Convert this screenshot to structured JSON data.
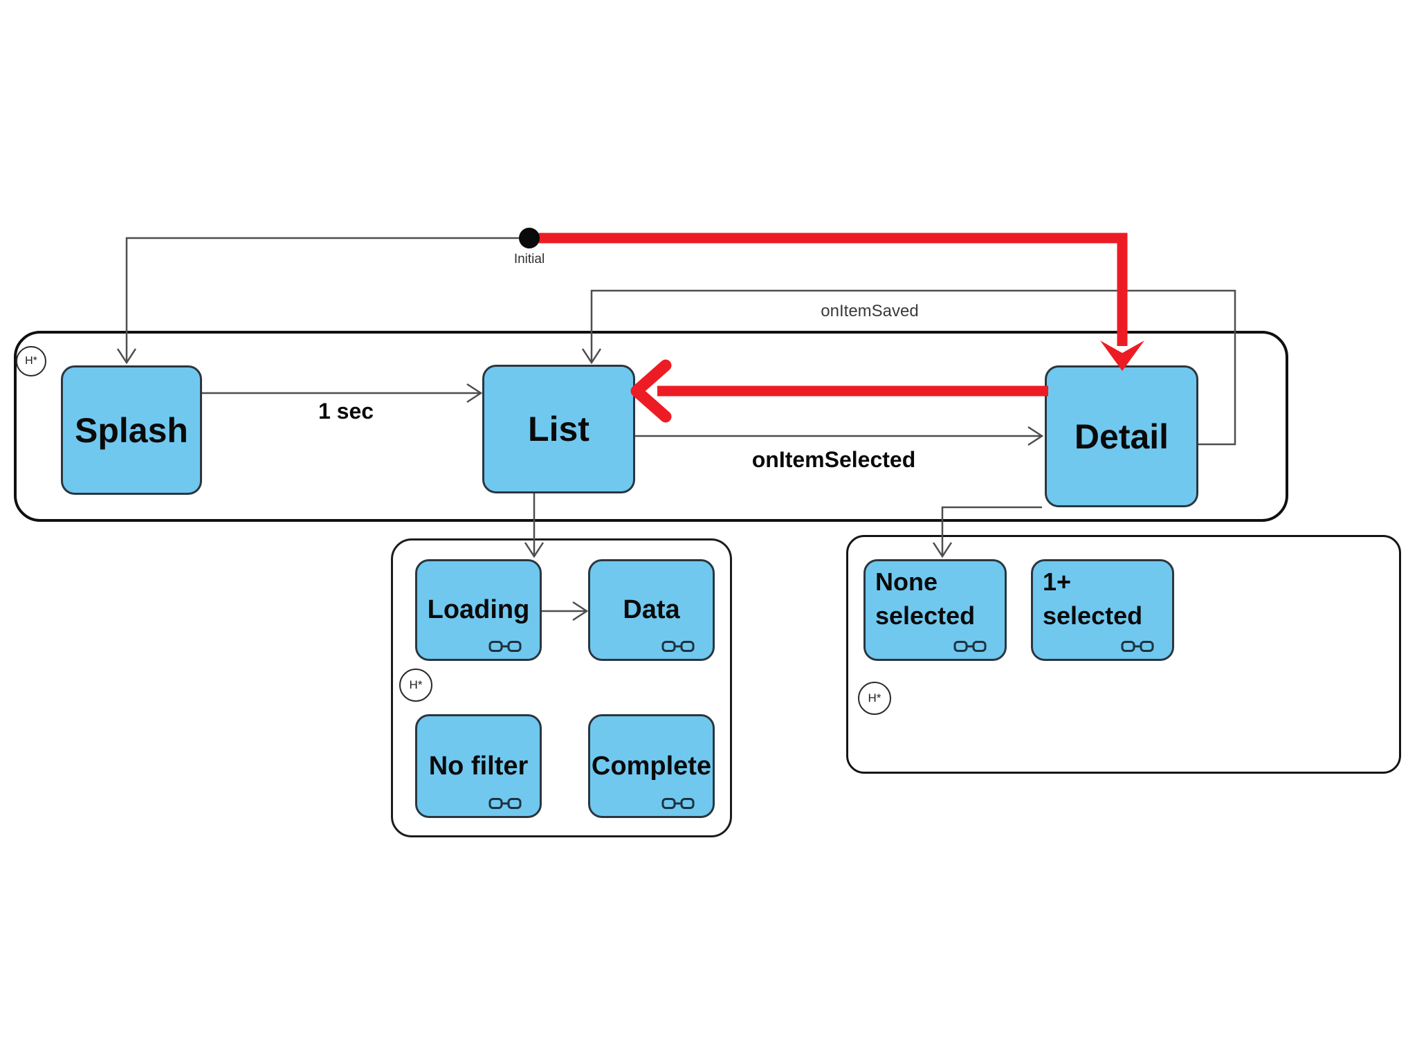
{
  "diagram": {
    "initial": {
      "label": "Initial"
    },
    "history_indicator": "H*",
    "states": {
      "splash": "Splash",
      "list": "List",
      "detail": "Detail"
    },
    "transitions": {
      "splash_to_list": "1 sec",
      "list_to_detail": "onItemSelected",
      "detail_to_list_loop": "onItemSaved"
    },
    "list_region": {
      "loading": "Loading",
      "data": "Data",
      "no_filter": "No filter",
      "complete": "Complete"
    },
    "detail_region": {
      "none_selected": "None selected",
      "one_plus_selected": "1+ selected"
    },
    "icons": {
      "decomposition": "glasses-icon"
    },
    "colors": {
      "state_fill": "#70c8ef",
      "state_border": "#2a363f",
      "annotation_red": "#ed1c24",
      "connector_gray": "#4d4d4d",
      "region_border": "#101010"
    }
  }
}
